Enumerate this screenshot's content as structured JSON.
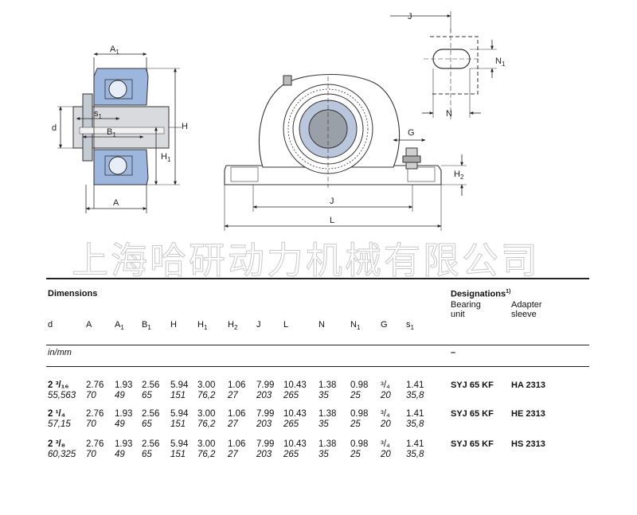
{
  "drawing": {
    "labels": {
      "A1": "A",
      "A1_sub": "1",
      "s1": "s",
      "s1_sub": "1",
      "d": "d",
      "B1": "B",
      "B1_sub": "1",
      "A": "A",
      "H": "H",
      "H1": "H",
      "H1_sub": "1",
      "J_top": "J",
      "N1": "N",
      "N1_sub": "1",
      "N": "N",
      "G": "G",
      "H2": "H",
      "H2_sub": "2",
      "J": "J",
      "L": "L"
    },
    "colors": {
      "blue": "#9cb6de",
      "ring": "#b9c6dc",
      "bore": "#9aa0a8"
    }
  },
  "watermark": "上海哈研动力机械有限公司",
  "table": {
    "dimensions_title": "Dimensions",
    "designations_title": "Designations",
    "designations_note": "1)",
    "bearing_unit_label": [
      "Bearing",
      "unit"
    ],
    "adapter_sleeve_label": [
      "Adapter",
      "sleeve"
    ],
    "columns": [
      {
        "main": "d",
        "sub": ""
      },
      {
        "main": "A",
        "sub": ""
      },
      {
        "main": "A",
        "sub": "1"
      },
      {
        "main": "B",
        "sub": "1"
      },
      {
        "main": "H",
        "sub": ""
      },
      {
        "main": "H",
        "sub": "1"
      },
      {
        "main": "H",
        "sub": "2"
      },
      {
        "main": "J",
        "sub": ""
      },
      {
        "main": "L",
        "sub": ""
      },
      {
        "main": "N",
        "sub": ""
      },
      {
        "main": "N",
        "sub": "1"
      },
      {
        "main": "G",
        "sub": ""
      },
      {
        "main": "s",
        "sub": "1"
      }
    ],
    "units": "in/mm",
    "units_dash": "–",
    "rows": [
      {
        "d_in": "2 ³/₁₆",
        "d_mm": "55,563",
        "inch": [
          "2.76",
          "1.93",
          "2.56",
          "5.94",
          "3.00",
          "1.06",
          "7.99",
          "10.43",
          "1.38",
          "0.98",
          "³/₄",
          "1.41"
        ],
        "mm": [
          "70",
          "49",
          "65",
          "151",
          "76,2",
          "27",
          "203",
          "265",
          "35",
          "25",
          "20",
          "35,8"
        ],
        "bearing_unit": "SYJ 65 KF",
        "adapter_sleeve": "HA 2313"
      },
      {
        "d_in": "2 ¹/₄",
        "d_mm": "57,15",
        "inch": [
          "2.76",
          "1.93",
          "2.56",
          "5.94",
          "3.00",
          "1.06",
          "7.99",
          "10.43",
          "1.38",
          "0.98",
          "³/₄",
          "1.41"
        ],
        "mm": [
          "70",
          "49",
          "65",
          "151",
          "76,2",
          "27",
          "203",
          "265",
          "35",
          "25",
          "20",
          "35,8"
        ],
        "bearing_unit": "SYJ 65 KF",
        "adapter_sleeve": "HE 2313"
      },
      {
        "d_in": "2 ³/₈",
        "d_mm": "60,325",
        "inch": [
          "2.76",
          "1.93",
          "2.56",
          "5.94",
          "3.00",
          "1.06",
          "7.99",
          "10.43",
          "1.38",
          "0.98",
          "³/₄",
          "1.41"
        ],
        "mm": [
          "70",
          "49",
          "65",
          "151",
          "76,2",
          "27",
          "203",
          "265",
          "35",
          "25",
          "20",
          "35,8"
        ],
        "bearing_unit": "SYJ 65 KF",
        "adapter_sleeve": "HS 2313"
      }
    ]
  }
}
